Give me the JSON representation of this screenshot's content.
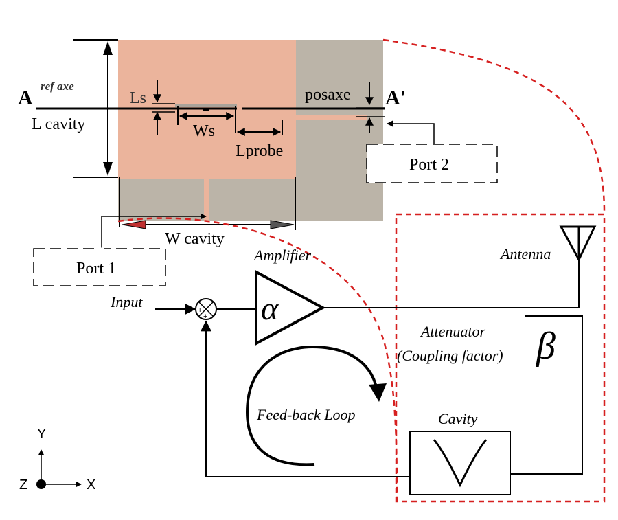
{
  "layout": {
    "labels": {
      "point_a": "A",
      "ref_axe": "ref axe",
      "ls": "Ls",
      "pos_axe": "posaxe",
      "point_a_prime": "A'",
      "l_cavity": "L  cavity",
      "ws": "Ws",
      "lprobe": "Lprobe",
      "w_cavity": "W  cavity"
    },
    "ports": {
      "port1": "Port 1",
      "port2": "Port 2"
    },
    "colors": {
      "copper": "#ebb49c",
      "substrate": "#bbb4a8",
      "dashed_red": "#d62020",
      "stroke": "#000000"
    }
  },
  "loop": {
    "input": "Input",
    "amplifier": "Amplifier",
    "alpha": "α",
    "antenna": "Antenna",
    "attenuator": "Attenuator",
    "coupling": "(Coupling factor)",
    "beta": "β",
    "feedback": "Feed-back Loop",
    "cavity": "Cavity"
  },
  "axes": {
    "y": "Y",
    "z": "Z",
    "x": "X"
  }
}
